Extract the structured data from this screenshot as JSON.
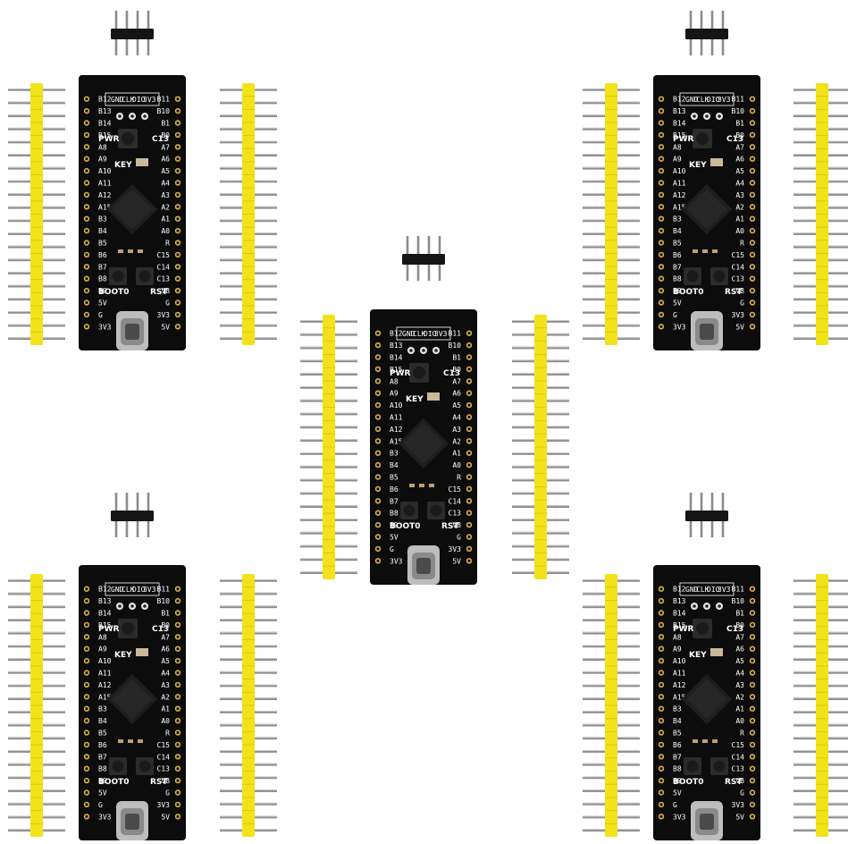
{
  "scene": {
    "background_color": "#ffffff",
    "board_color": "#0c0c0c",
    "header_plastic_color": "#f2e21a",
    "pin_color": "#8c8c8c",
    "silkscreen_color": "#ffffff"
  },
  "kits": [
    {
      "id": "top-left"
    },
    {
      "id": "top-right"
    },
    {
      "id": "center"
    },
    {
      "id": "bottom-left"
    },
    {
      "id": "bottom-right"
    }
  ],
  "board": {
    "debug_header_labels": [
      "GND",
      "CLK",
      "DIO",
      "3V3"
    ],
    "key_label": "KEY",
    "boot_label": "BOOT0",
    "reset_label": "RST",
    "power_label": "PWR",
    "c13_label": "C13",
    "left_pins": [
      "B12",
      "B13",
      "B14",
      "B15",
      "A8",
      "A9",
      "A10",
      "A11",
      "A12",
      "A15",
      "B3",
      "B4",
      "B5",
      "B6",
      "B7",
      "B8",
      "B9",
      "5V",
      "G",
      "3V3"
    ],
    "right_pins": [
      "B11",
      "B10",
      "B1",
      "B0",
      "A7",
      "A6",
      "A5",
      "A4",
      "A3",
      "A2",
      "A1",
      "A0",
      "R",
      "C15",
      "C14",
      "C13",
      "VB",
      "G",
      "3V3",
      "5V"
    ]
  }
}
